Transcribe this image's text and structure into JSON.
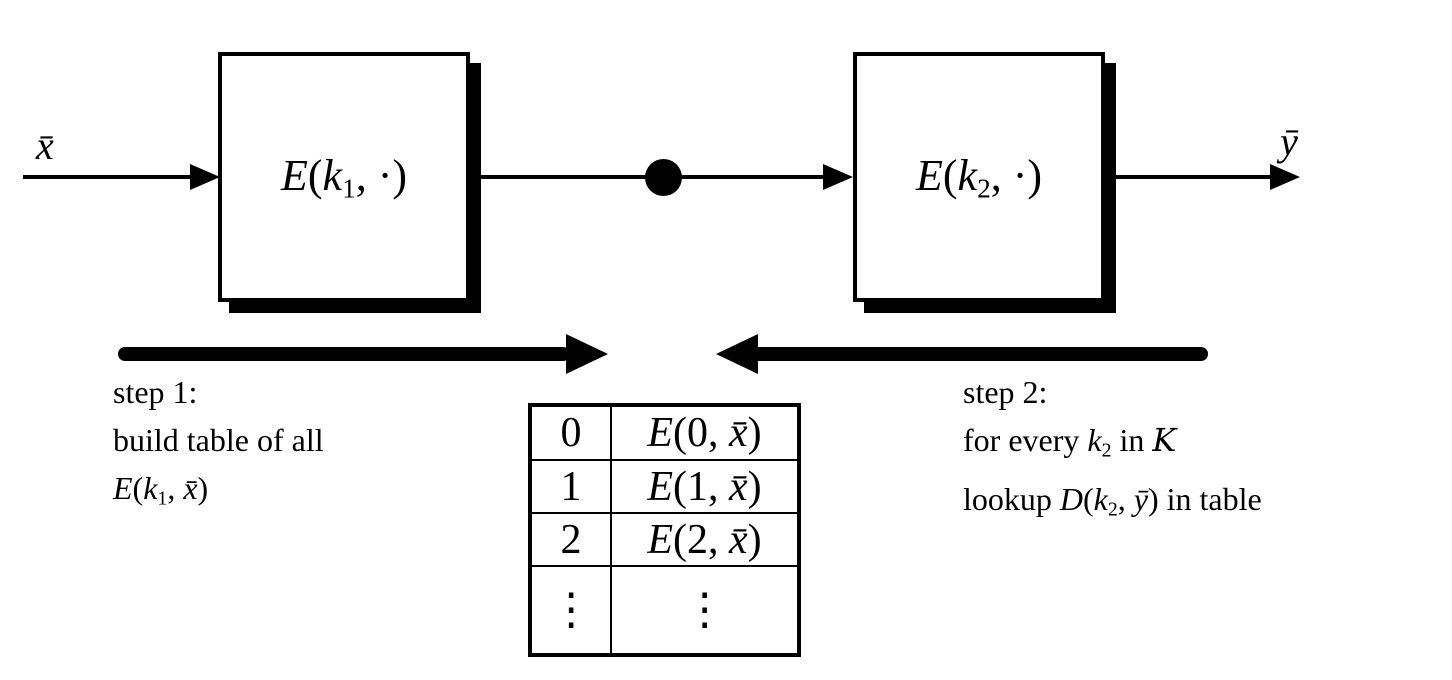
{
  "colors": {
    "ink": "#000000",
    "background": "#ffffff"
  },
  "pipeline": {
    "input_label": [
      {
        "t": "x̄",
        "s": "it"
      }
    ],
    "output_label": [
      {
        "t": "ȳ",
        "s": "it"
      }
    ],
    "box1_label": [
      {
        "t": "E",
        "s": "it"
      },
      {
        "t": "(",
        "s": "rm"
      },
      {
        "t": "k",
        "s": "it"
      },
      {
        "t": "1",
        "s": "sub"
      },
      {
        "t": ", ",
        "s": "rm"
      },
      {
        "t": "·",
        "s": "rm"
      },
      {
        "t": ")",
        "s": "rm"
      }
    ],
    "box2_label": [
      {
        "t": "E",
        "s": "it"
      },
      {
        "t": "(",
        "s": "rm"
      },
      {
        "t": "k",
        "s": "it"
      },
      {
        "t": "2",
        "s": "sub"
      },
      {
        "t": ", ",
        "s": "rm"
      },
      {
        "t": "·",
        "s": "rm"
      },
      {
        "t": ")",
        "s": "rm"
      }
    ]
  },
  "step1": {
    "lines": [
      [
        {
          "t": "step 1:",
          "s": "rm"
        }
      ],
      [
        {
          "t": "build table of all",
          "s": "rm"
        }
      ],
      [
        {
          "t": "E",
          "s": "it"
        },
        {
          "t": "(",
          "s": "rm"
        },
        {
          "t": "k",
          "s": "it"
        },
        {
          "t": "1",
          "s": "sub"
        },
        {
          "t": ", ",
          "s": "rm"
        },
        {
          "t": "x̄",
          "s": "it"
        },
        {
          "t": ")",
          "s": "rm"
        }
      ]
    ]
  },
  "step2": {
    "lines": [
      [
        {
          "t": "step 2:",
          "s": "rm"
        }
      ],
      [
        {
          "t": "for every ",
          "s": "rm"
        },
        {
          "t": "k",
          "s": "it"
        },
        {
          "t": "2",
          "s": "sub"
        },
        {
          "t": " in ",
          "s": "rm"
        },
        {
          "t": "K",
          "s": "cal"
        }
      ],
      [
        {
          "t": "lookup ",
          "s": "rm"
        },
        {
          "t": "D",
          "s": "it"
        },
        {
          "t": "(",
          "s": "rm"
        },
        {
          "t": "k",
          "s": "it"
        },
        {
          "t": "2",
          "s": "sub"
        },
        {
          "t": ", ",
          "s": "rm"
        },
        {
          "t": "ȳ",
          "s": "it"
        },
        {
          "t": ")",
          "s": "rm"
        },
        {
          "t": " in table",
          "s": "rm"
        }
      ]
    ]
  },
  "table": {
    "rows": [
      {
        "key": [
          {
            "t": "0",
            "s": "rm"
          }
        ],
        "value": [
          {
            "t": "E",
            "s": "it"
          },
          {
            "t": "(0, ",
            "s": "rm"
          },
          {
            "t": "x̄",
            "s": "it"
          },
          {
            "t": ")",
            "s": "rm"
          }
        ]
      },
      {
        "key": [
          {
            "t": "1",
            "s": "rm"
          }
        ],
        "value": [
          {
            "t": "E",
            "s": "it"
          },
          {
            "t": "(1, ",
            "s": "rm"
          },
          {
            "t": "x̄",
            "s": "it"
          },
          {
            "t": ")",
            "s": "rm"
          }
        ]
      },
      {
        "key": [
          {
            "t": "2",
            "s": "rm"
          }
        ],
        "value": [
          {
            "t": "E",
            "s": "it"
          },
          {
            "t": "(2, ",
            "s": "rm"
          },
          {
            "t": "x̄",
            "s": "it"
          },
          {
            "t": ")",
            "s": "rm"
          }
        ]
      },
      {
        "key": [
          {
            "t": "⋮",
            "s": "vd"
          }
        ],
        "value": [
          {
            "t": "⋮",
            "s": "vd"
          }
        ]
      }
    ]
  }
}
